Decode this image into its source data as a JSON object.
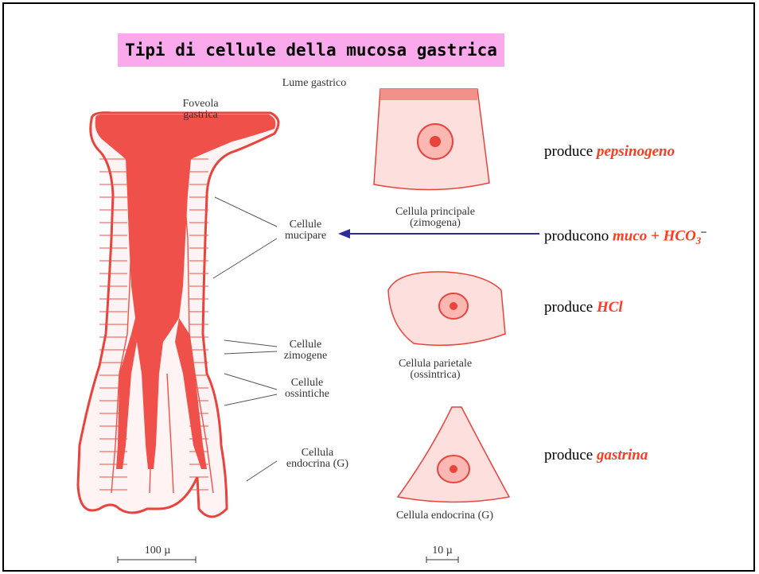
{
  "title": "Tipi di cellule della mucosa gastrica",
  "labels": {
    "lume": "Lume gastrico",
    "foveola": [
      "Foveola",
      "gastrica"
    ],
    "mucipare": [
      "Cellule",
      "mucipare"
    ],
    "zimogene": [
      "Cellule",
      "zimogene"
    ],
    "ossintiche": [
      "Cellule",
      "ossintiche"
    ],
    "endocrina_left": [
      "Cellula",
      "endocrina (G)"
    ],
    "principale": [
      "Cellula principale",
      "(zimogena)"
    ],
    "parietale": [
      "Cellula parietale",
      "(ossintrica)"
    ],
    "endocrina_right": "Cellula endocrina (G)",
    "scale_left": "100 µ",
    "scale_right": "10 µ"
  },
  "products": [
    {
      "prefix": "produce ",
      "term": "pepsinogeno"
    },
    {
      "prefix": "producono ",
      "term": "muco + HCO",
      "sub": "3",
      "sup": "–"
    },
    {
      "prefix": "produce ",
      "term": "HCl"
    },
    {
      "prefix": "produce ",
      "term": "gastrina"
    }
  ],
  "colors": {
    "tissue": "#f0504a",
    "highlight": "#ff3b1f",
    "arrow": "#2b2b9a",
    "title_bg": "#f9a9ec"
  }
}
